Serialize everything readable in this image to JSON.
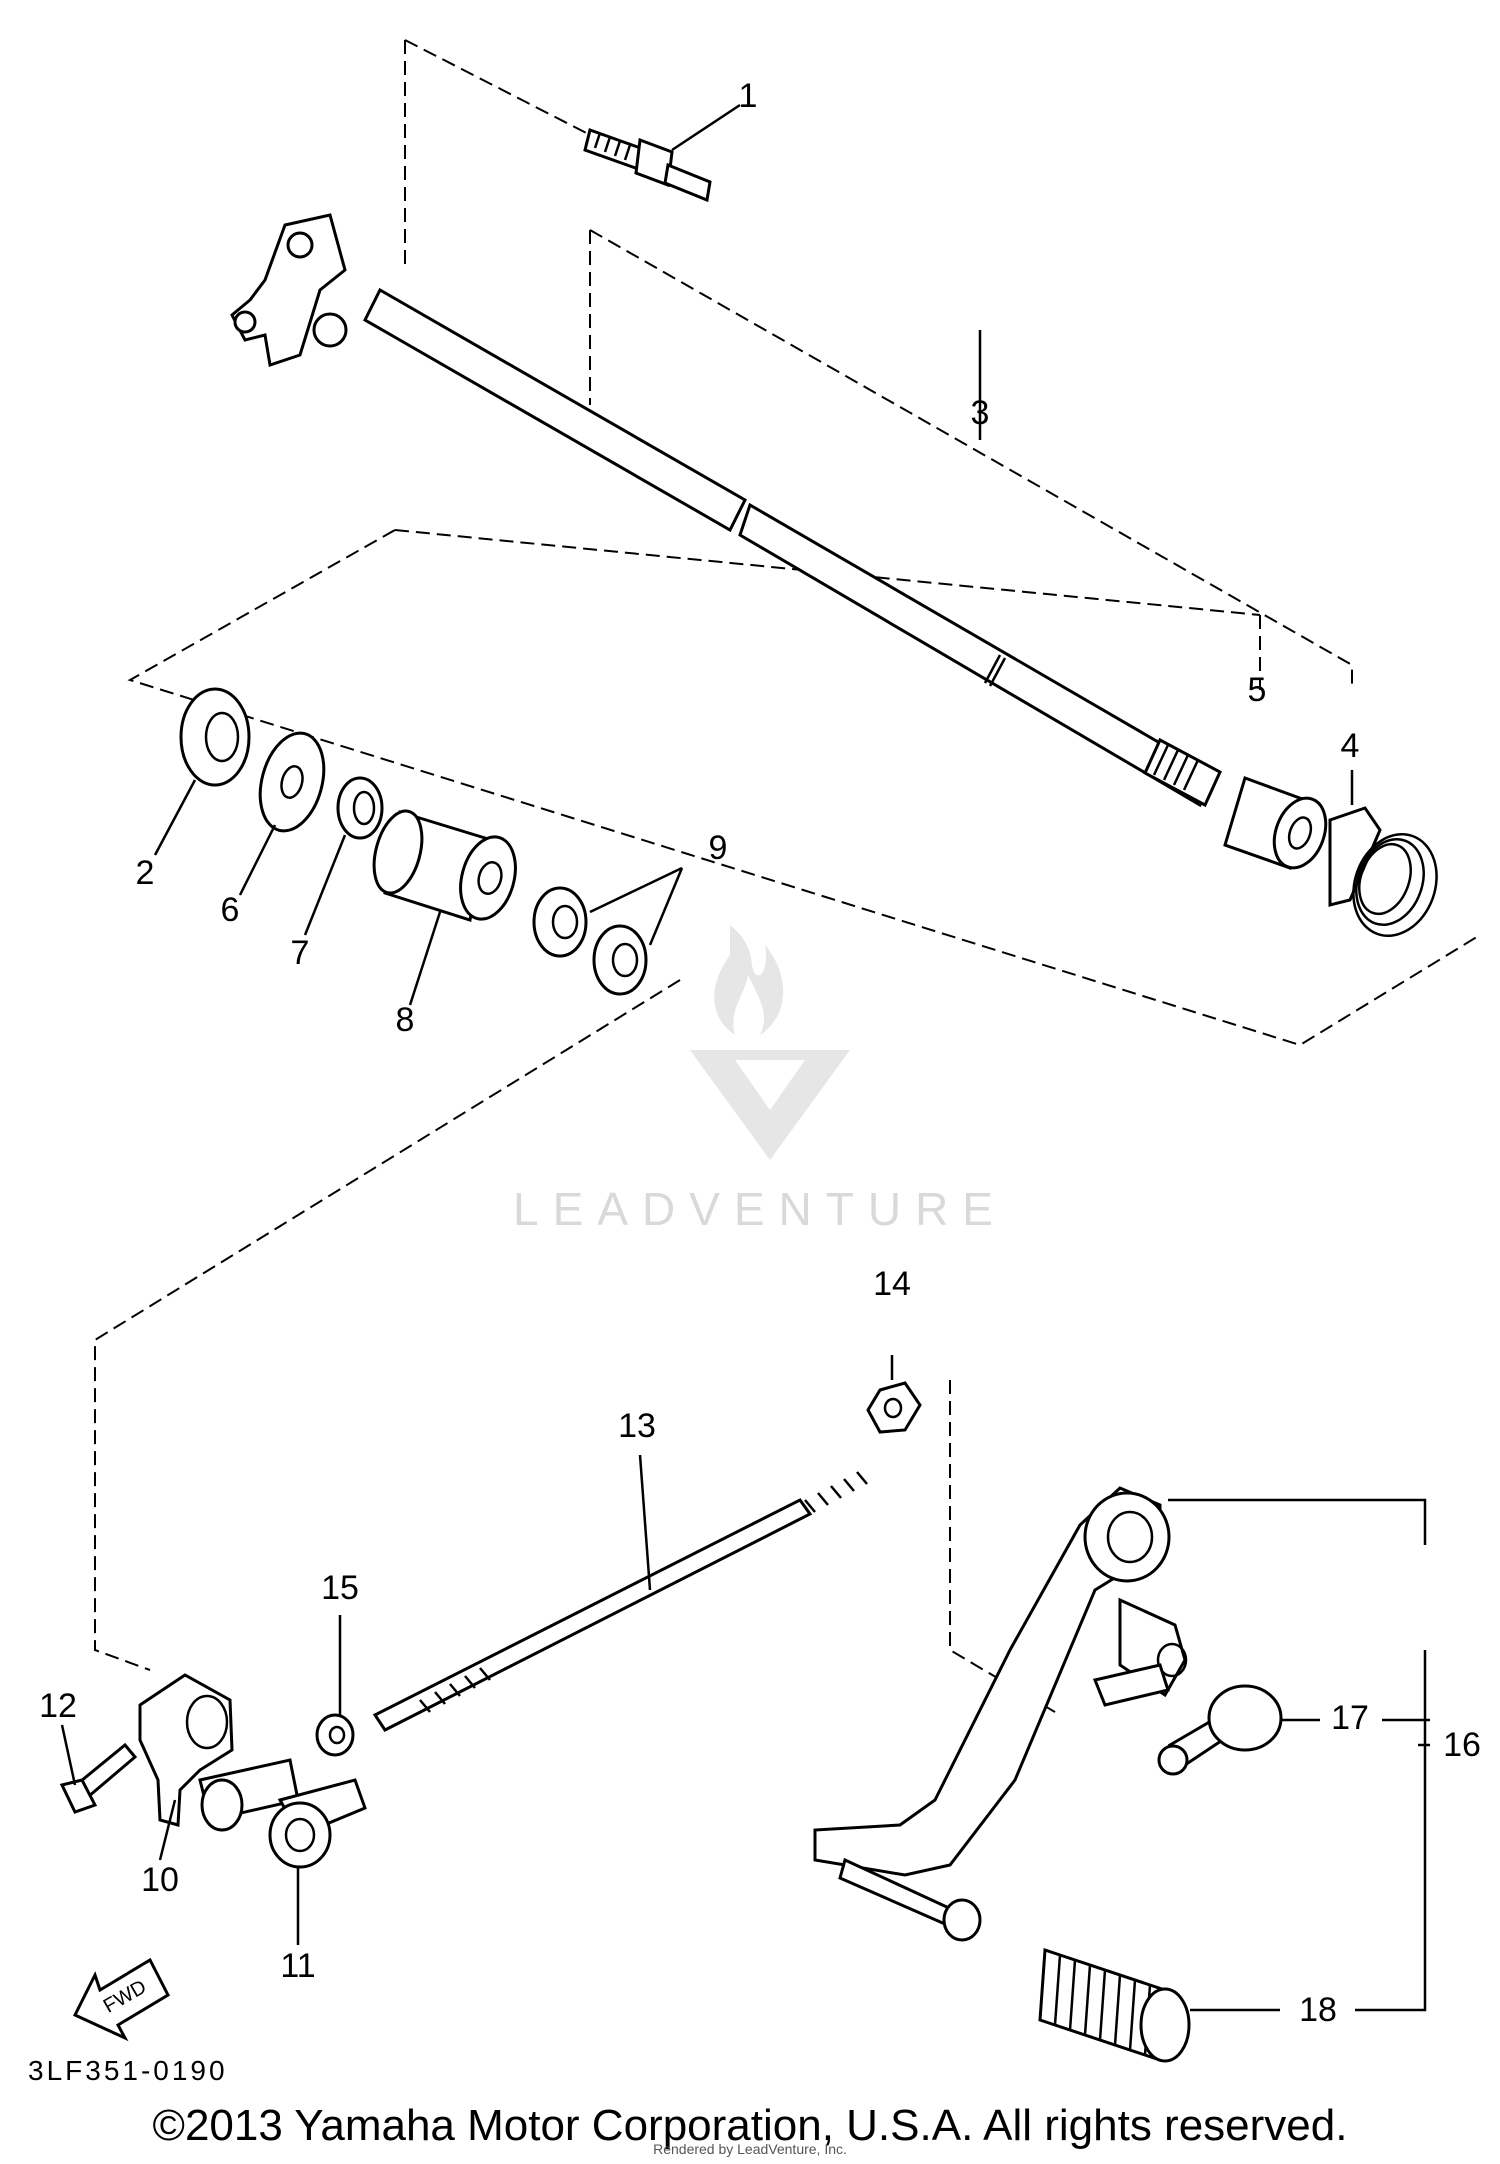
{
  "diagram": {
    "callouts": {
      "c1": "1",
      "c2": "2",
      "c3": "3",
      "c4": "4",
      "c5": "5",
      "c6": "6",
      "c7": "7",
      "c8": "8",
      "c9": "9",
      "c10": "10",
      "c11": "11",
      "c12": "12",
      "c13": "13",
      "c14": "14",
      "c15": "15",
      "c16": "16",
      "c17": "17",
      "c18": "18"
    },
    "fwd_label": "FWD",
    "drawing_code": "3LF351-0190"
  },
  "watermark": {
    "brand": "LEADVENTURE"
  },
  "footer": {
    "copyright": "©2013 Yamaha Motor Corporation, U.S.A. All rights reserved.",
    "rendered_by": "Rendered by LeadVenture, Inc."
  }
}
